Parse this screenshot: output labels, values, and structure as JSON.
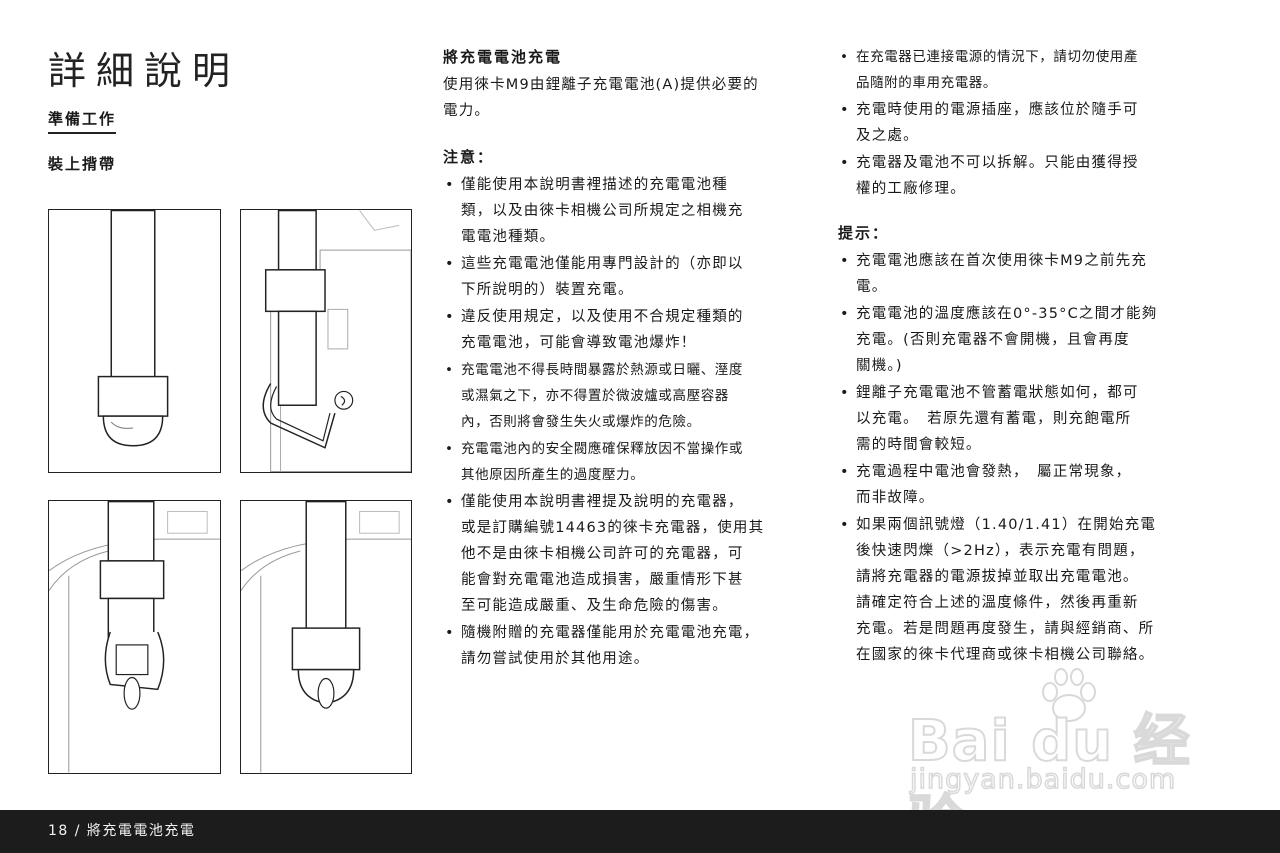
{
  "page": {
    "title": "詳細說明",
    "section_heading": "準備工作",
    "sub_heading": "裝上揹帶"
  },
  "middle_column": {
    "heading": "將充電電池充電",
    "intro": "使用徠卡M9由鋰離子充電電池(A)提供必要的\n電力。",
    "notes_heading": "注意：",
    "notes": [
      "僅能使用本說明書裡描述的充電電池種\n類，以及由徠卡相機公司所規定之相機充\n電電池種類。",
      "這些充電電池僅能用專門設計的（亦即以\n下所說明的）裝置充電。",
      "違反使用規定，以及使用不合規定種類的\n充電電池，可能會導致電池爆炸！",
      "充電電池不得長時間暴露於熱源或日曬、溼度\n或濕氣之下，亦不得置於微波爐或高壓容器\n內，否則將會發生失火或爆炸的危險。",
      "充電電池內的安全閥應確保釋放因不當操作或\n其他原因所產生的過度壓力。",
      "僅能使用本說明書裡提及說明的充電器，\n或是訂購編號14463的徠卡充電器，使用其\n他不是由徠卡相機公司許可的充電器，可\n能會對充電電池造成損害，嚴重情形下甚\n至可能造成嚴重、及生命危險的傷害。",
      "隨機附贈的充電器僅能用於充電電池充電，\n請勿嘗試使用於其他用途。"
    ]
  },
  "right_column": {
    "cautions": [
      "在充電器已連接電源的情況下，請切勿使用產\n品隨附的車用充電器。",
      "充電時使用的電源插座，應該位於隨手可\n及之處。",
      "充電器及電池不可以拆解。只能由獲得授\n權的工廠修理。"
    ],
    "hints_heading": "提示：",
    "hints": [
      "充電電池應該在首次使用徠卡M9之前先充\n電。",
      "充電電池的溫度應該在0°-35°C之間才能夠\n充電。(否則充電器不會開機，且會再度\n關機。)",
      "鋰離子充電電池不管蓄電狀態如何，都可\n以充電。　若原先還有蓄電，則充飽電所\n需的時間會較短。",
      "充電過程中電池會發熱，　屬正常現象，\n而非故障。",
      "如果兩個訊號燈（1.40/1.41）在開始充電\n後快速閃爍（>2Hz），表示充電有問題，\n請將充電器的電源拔掉並取出充電電池。\n請確定符合上述的溫度條件，然後再重新\n充電。若是問題再度發生，請與經銷商、所\n在國家的徠卡代理商或徠卡相機公司聯絡。"
    ]
  },
  "watermark": {
    "logo": "Bai du 经验",
    "url": "jingyan.baidu.com"
  },
  "footer": {
    "text": "18 / 將充電電池充電"
  }
}
